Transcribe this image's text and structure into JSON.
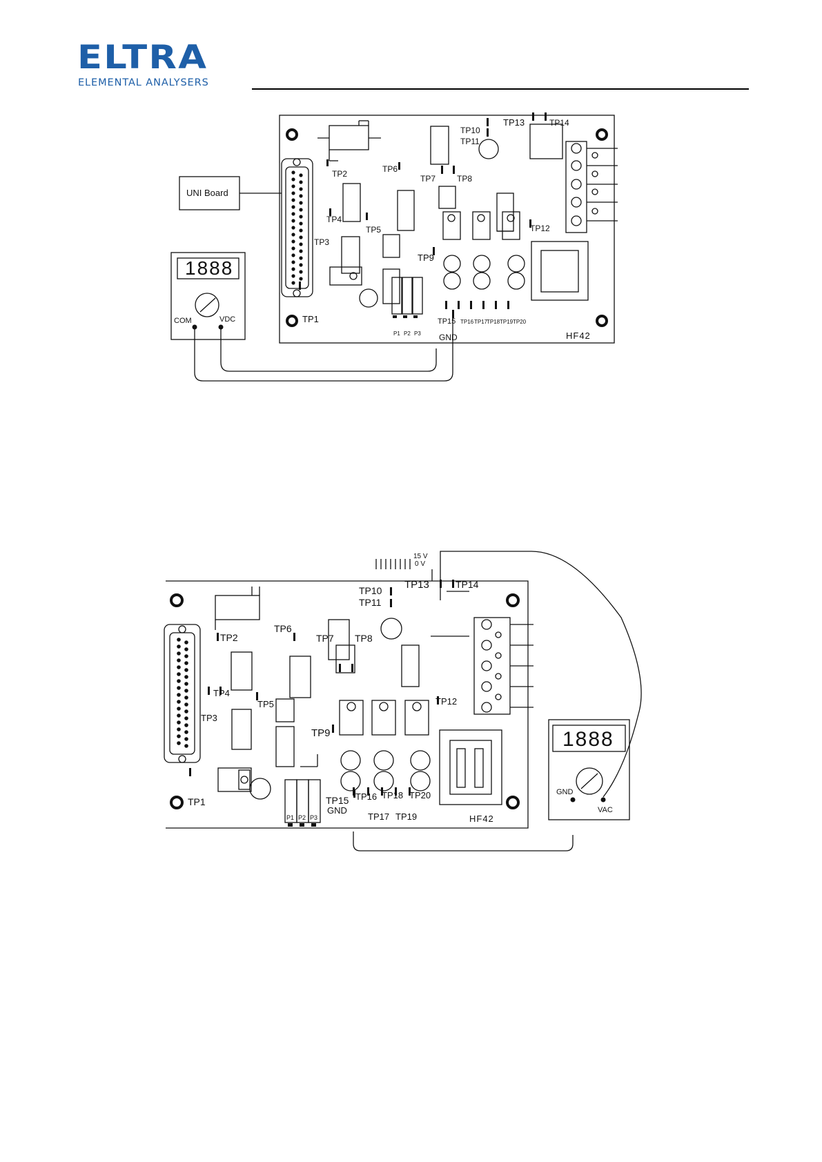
{
  "header": {
    "logo_text": "ELTRA",
    "logo_tagline": "ELEMENTAL ANALYSERS",
    "brand_color": "#1e5fa8"
  },
  "figure1": {
    "board_name": "HF42",
    "uni_board_label": "UNI Board",
    "meter_display": "1888",
    "meter_terminal_com": "COM",
    "meter_terminal_vdc": "VDC",
    "gnd_label": "GND",
    "test_points": {
      "tp1": "TP1",
      "tp2": "TP2",
      "tp3": "TP3",
      "tp4": "TP4",
      "tp5": "TP5",
      "tp6": "TP6",
      "tp7": "TP7",
      "tp8": "TP8",
      "tp9": "TP9",
      "tp10": "TP10",
      "tp11": "TP11",
      "tp12": "TP12",
      "tp13": "TP13",
      "tp14": "TP14",
      "tp15": "TP15",
      "tp16": "TP16",
      "tp17": "TP17",
      "tp18": "TP18",
      "tp19": "TP19",
      "tp20": "TP20"
    },
    "fuses": [
      "P1",
      "P2",
      "P3"
    ]
  },
  "figure2": {
    "board_name": "HF42",
    "supply_15v": "15 V",
    "supply_0v": "0 V",
    "meter_display": "1888",
    "meter_terminal_gnd": "GND",
    "meter_terminal_vac": "VAC",
    "gnd_label": "GND",
    "test_points": {
      "tp1": "TP1",
      "tp2": "TP2",
      "tp3": "TP3",
      "tp4": "TP4",
      "tp5": "TP5",
      "tp6": "TP6",
      "tp7": "TP7",
      "tp8": "TP8",
      "tp9": "TP9",
      "tp10": "TP10",
      "tp11": "TP11",
      "tp12": "TP12",
      "tp13": "TP13",
      "tp14": "TP14",
      "tp15": "TP15",
      "tp16": "TP16",
      "tp17": "TP17",
      "tp18": "TP18",
      "tp19": "TP19",
      "tp20": "TP20"
    },
    "fuses": [
      "P1",
      "P2",
      "P3"
    ]
  }
}
